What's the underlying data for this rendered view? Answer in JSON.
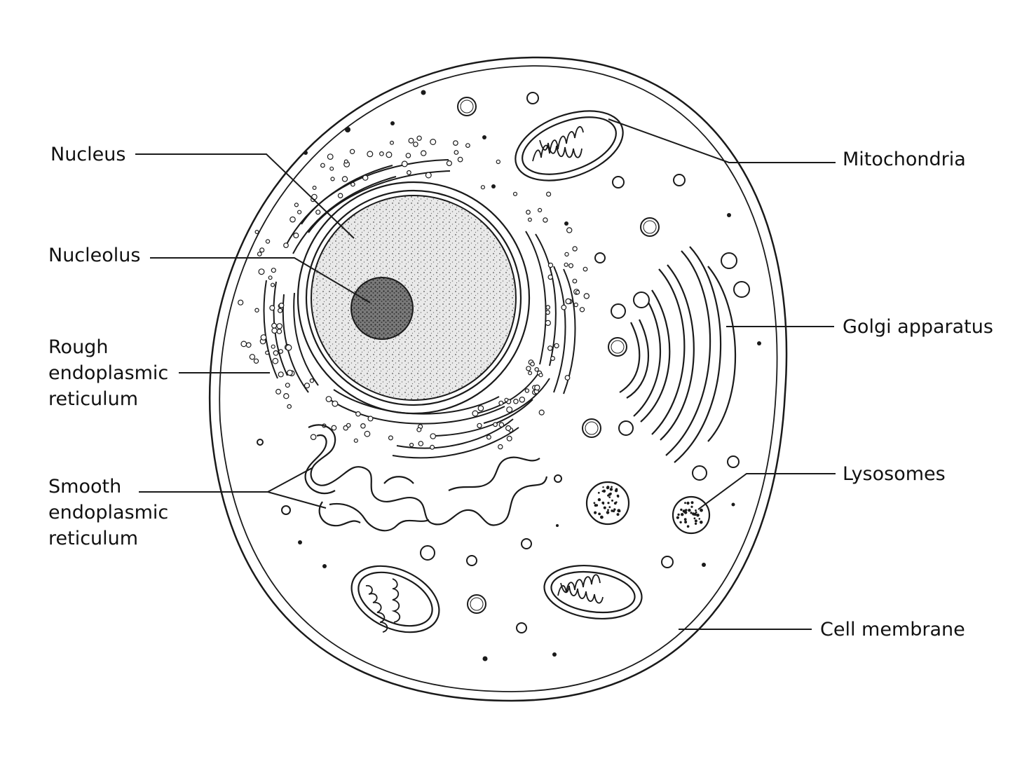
{
  "labels": {
    "nucleus": "Nucleus",
    "nucleolus": "Nucleolus",
    "rough_er": "Rough\nendoplasmic\nreticulum",
    "smooth_er": "Smooth\nendoplasmic\nreticulum",
    "mitochondria": "Mitochondria",
    "golgi": "Golgi apparatus",
    "lysosomes": "Lysosomes",
    "cell_membrane": "Cell membrane"
  },
  "colors": {
    "stroke": "#1a1a1a",
    "nucleus_fill": "#e6e6e6",
    "nucleolus_fill": "#6e6e6e",
    "background": "#ffffff"
  }
}
